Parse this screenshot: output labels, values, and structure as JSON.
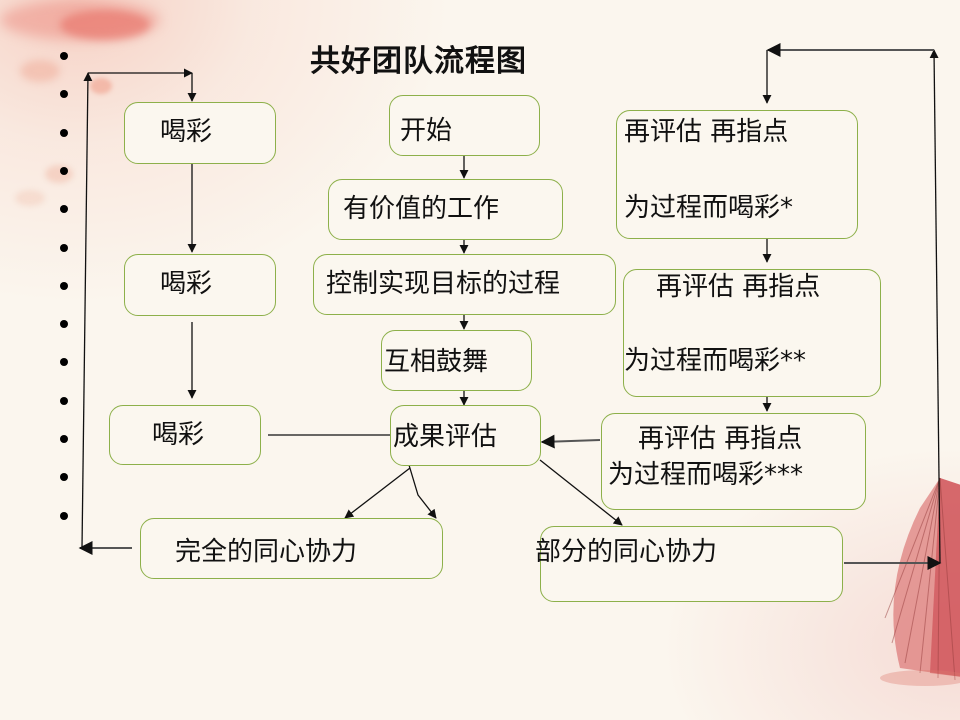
{
  "title": "共好团队流程图",
  "bullet_count": 13,
  "nodes": {
    "cheer_1": "喝彩",
    "cheer_2": "喝彩",
    "cheer_3": "喝彩",
    "start": "开始",
    "valuable_work": "有价值的工作",
    "control_process": "控制实现目标的过程",
    "mutual_encourage": "互相鼓舞",
    "result_eval": "成果评估",
    "full_unity": "完全的同心协力",
    "partial_unity": "部分的同心协力",
    "reeval_1": {
      "line1": "再评估 再指点",
      "line2": "为过程而喝彩*"
    },
    "reeval_2": {
      "line1": "再评估 再指点",
      "line2": "为过程而喝彩**"
    },
    "reeval_3": {
      "line1": "再评估 再指点",
      "line2": "为过程而喝彩***"
    }
  },
  "colors": {
    "node_border": "#8db04a",
    "background": "#fbf6ee",
    "arrow": "#111111"
  }
}
